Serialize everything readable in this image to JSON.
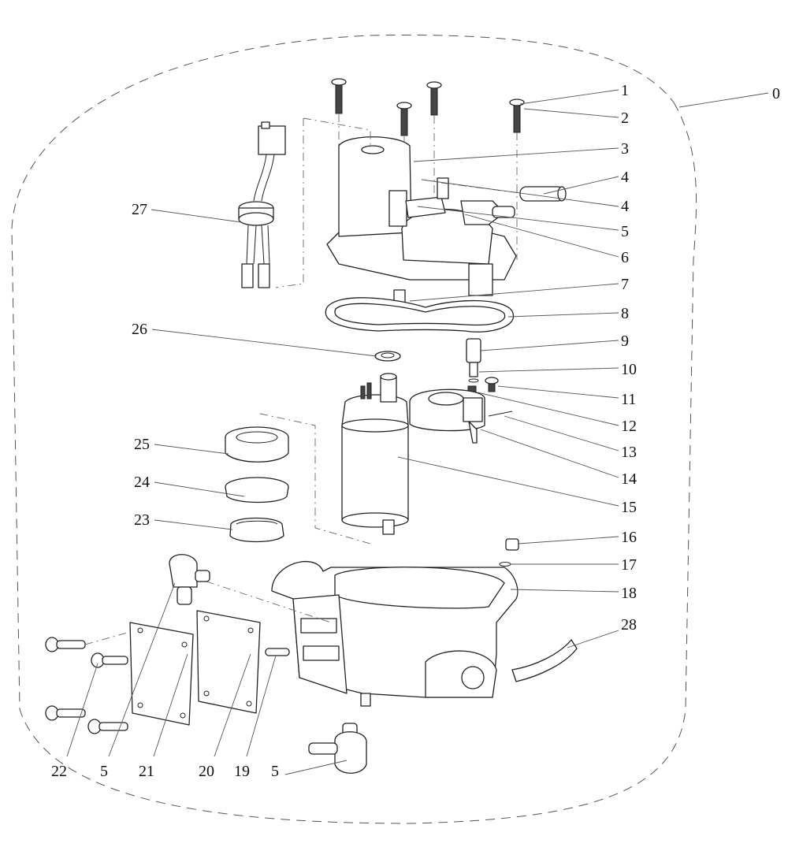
{
  "diagram": {
    "callouts": {
      "c0": "0",
      "c1": "1",
      "c2": "2",
      "c3": "3",
      "c4a": "4",
      "c4b": "4",
      "c5a": "5",
      "c6": "6",
      "c7": "7",
      "c8": "8",
      "c9": "9",
      "c10": "10",
      "c11": "11",
      "c12": "12",
      "c13": "13",
      "c14": "14",
      "c15": "15",
      "c16": "16",
      "c17": "17",
      "c18": "18",
      "c28": "28",
      "c27": "27",
      "c26": "26",
      "c25": "25",
      "c24": "24",
      "c23": "23",
      "c22": "22",
      "c5b": "5",
      "c21": "21",
      "c20": "20",
      "c19": "19",
      "c5c": "5"
    }
  }
}
